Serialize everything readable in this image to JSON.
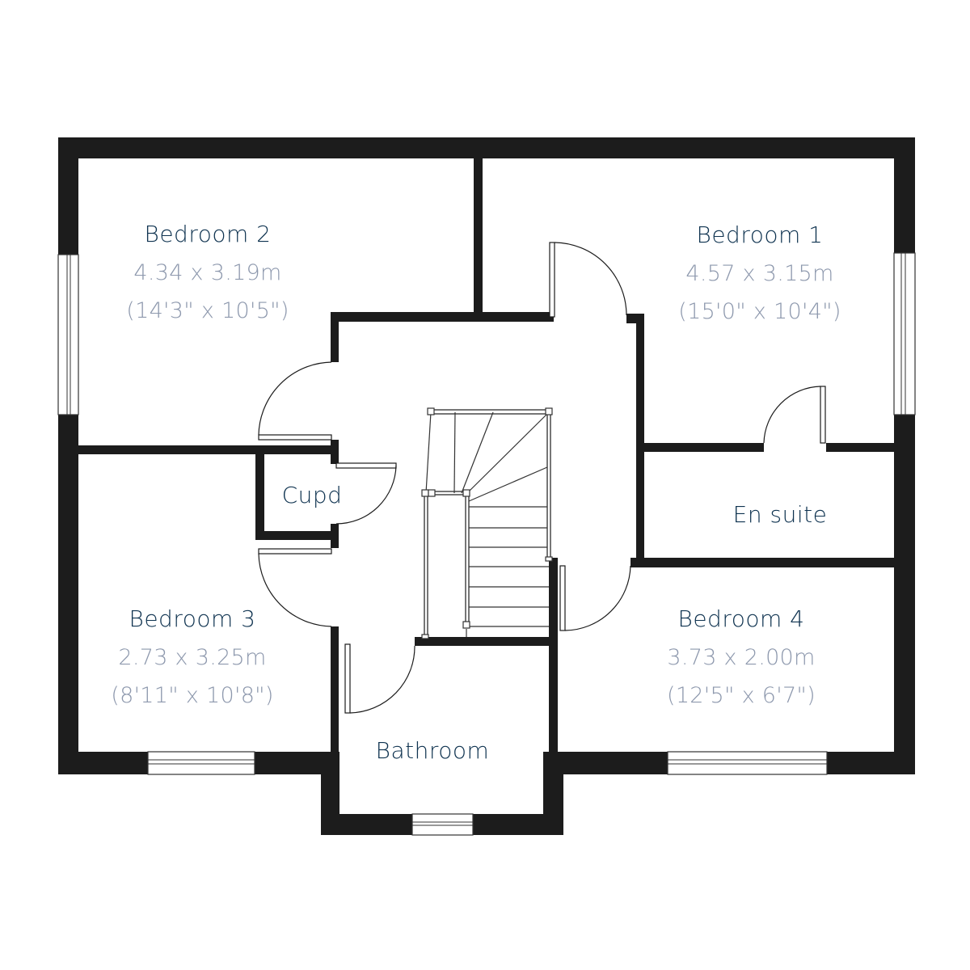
{
  "colors": {
    "wall": "#1c1c1c",
    "room_name": "#0f3350",
    "dimension": "#8d98ad",
    "background": "#ffffff"
  },
  "rooms": {
    "bedroom2": {
      "name": "Bedroom 2",
      "metric": "4.34 x 3.19m",
      "imperial": "(14'3\" x 10'5\")"
    },
    "bedroom1": {
      "name": "Bedroom 1",
      "metric": "4.57 x 3.15m",
      "imperial": "(15'0\" x 10'4\")"
    },
    "bedroom3": {
      "name": "Bedroom 3",
      "metric": "2.73 x 3.25m",
      "imperial": "(8'11\" x 10'8\")"
    },
    "bedroom4": {
      "name": "Bedroom 4",
      "metric": "3.73 x 2.00m",
      "imperial": "(12'5\" x 6'7\")"
    },
    "cupd": {
      "name": "Cupd"
    },
    "ensuite": {
      "name": "En suite"
    },
    "bathroom": {
      "name": "Bathroom"
    }
  }
}
